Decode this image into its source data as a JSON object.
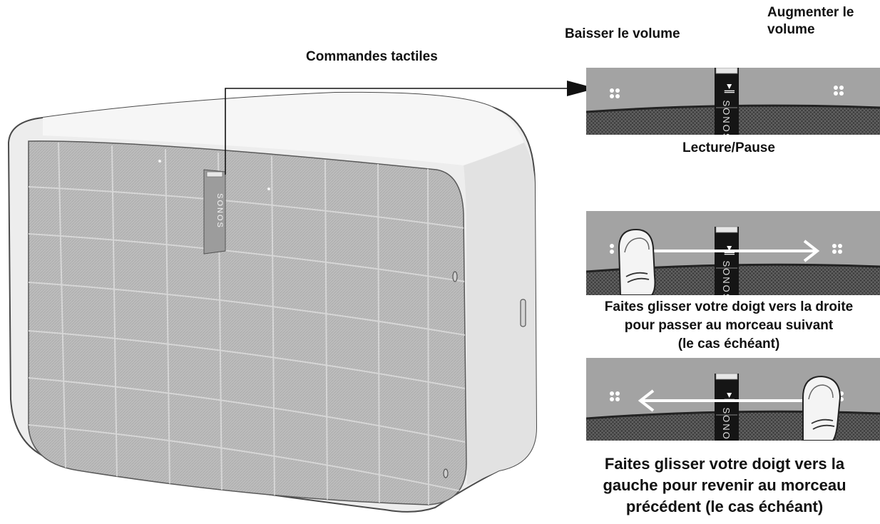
{
  "labels": {
    "touch_controls": "Commandes tactiles",
    "volume_down": "Baisser le volume",
    "volume_up": "Augmenter le\nvolume",
    "play_pause": "Lecture/Pause",
    "swipe_right": "Faites glisser votre doigt vers la droite\npour passer au morceau suivant\n(le cas échéant)",
    "swipe_left": "Faites glisser votre doigt vers la\ngauche pour revenir au morceau\nprécédent (le cas échéant)"
  },
  "brand": "SONOS",
  "button_glyph": "▸‖",
  "icons": [
    "volume-dots-icon",
    "play-pause-icon",
    "swipe-arrow-icon",
    "finger-icon",
    "connection-arrow-icon"
  ],
  "colors": {
    "grille": "#b9b9b9",
    "body": "#ececec",
    "outline": "#4a4a4a",
    "panel_top": "#a6a6a6",
    "dark_strip": "#1a1a1a",
    "mesh": "#3c3c3c"
  }
}
